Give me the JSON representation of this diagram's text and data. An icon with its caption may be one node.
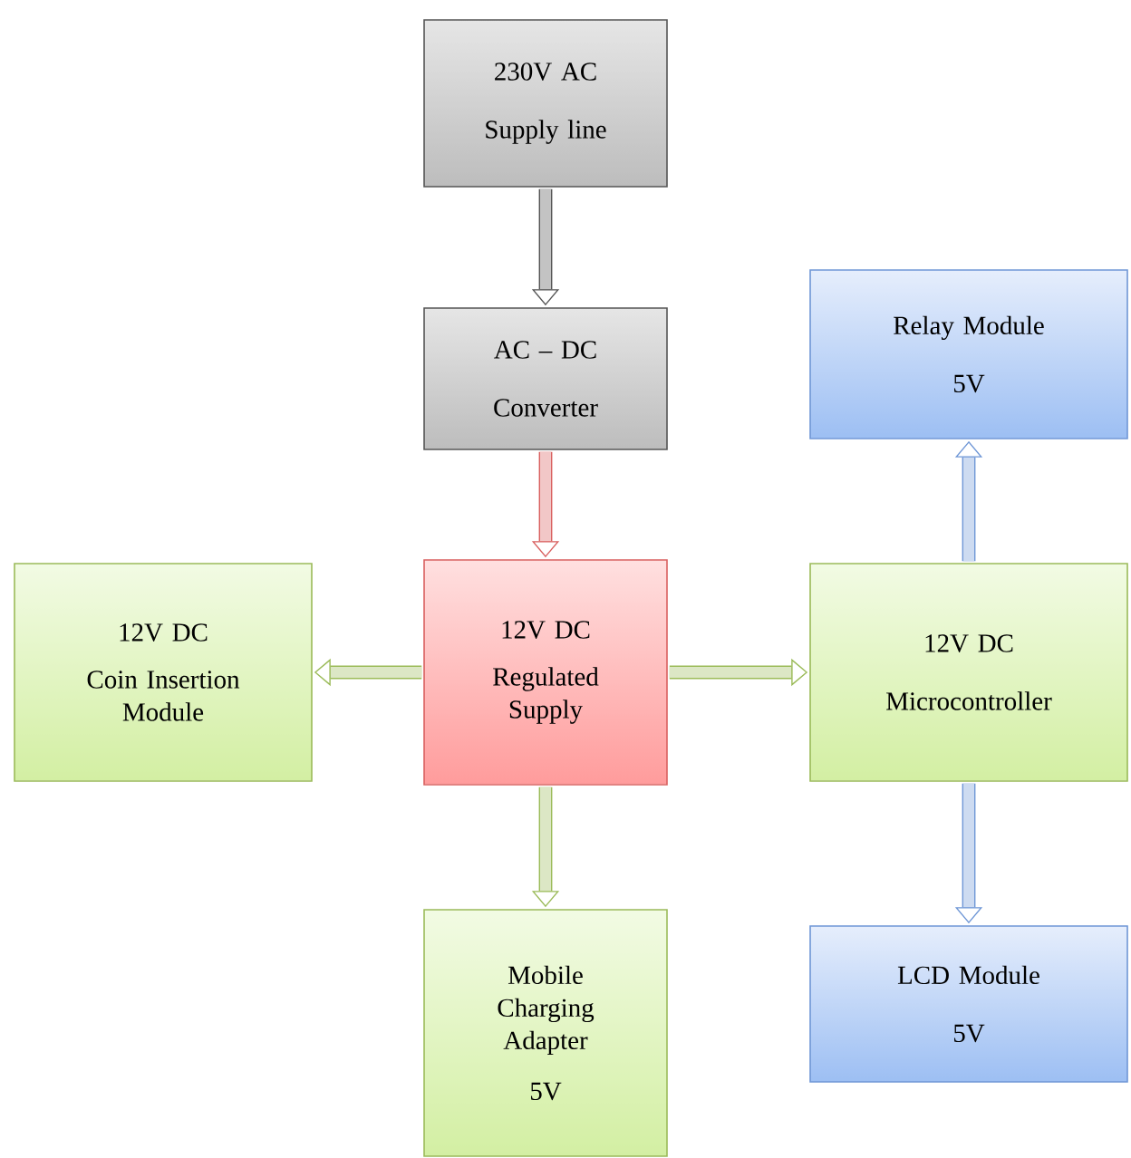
{
  "diagram": {
    "nodes": [
      {
        "text": [
          "230V AC",
          "Supply line"
        ]
      },
      {
        "text": [
          "AC – DC",
          "Converter"
        ]
      },
      {
        "text": [
          "Relay Module",
          "5V"
        ]
      },
      {
        "text": [
          "12V DC",
          "Coin Insertion Module"
        ]
      },
      {
        "text": [
          "12V DC",
          "Regulated Supply"
        ]
      },
      {
        "text": [
          "12V DC",
          "Microcontroller"
        ]
      },
      {
        "text": [
          "Mobile Charging Adapter",
          "5V"
        ]
      },
      {
        "text": [
          "LCD Module",
          "5V"
        ]
      }
    ],
    "edges": [
      {
        "from": 0,
        "to": 1,
        "arrow": "to",
        "color": "#555555"
      },
      {
        "from": 1,
        "to": 4,
        "arrow": "to",
        "color": "#d9605f"
      },
      {
        "from": 4,
        "to": 3,
        "arrow": "to"
      },
      {
        "from": 4,
        "to": 5,
        "arrow": "to"
      },
      {
        "from": 4,
        "to": 6,
        "arrow": "to"
      },
      {
        "from": 5,
        "to": 2,
        "arrow": "to",
        "color": "#6f97d6"
      },
      {
        "from": 5,
        "to": 7,
        "arrow": "to",
        "color": "#6f97d6"
      }
    ]
  }
}
